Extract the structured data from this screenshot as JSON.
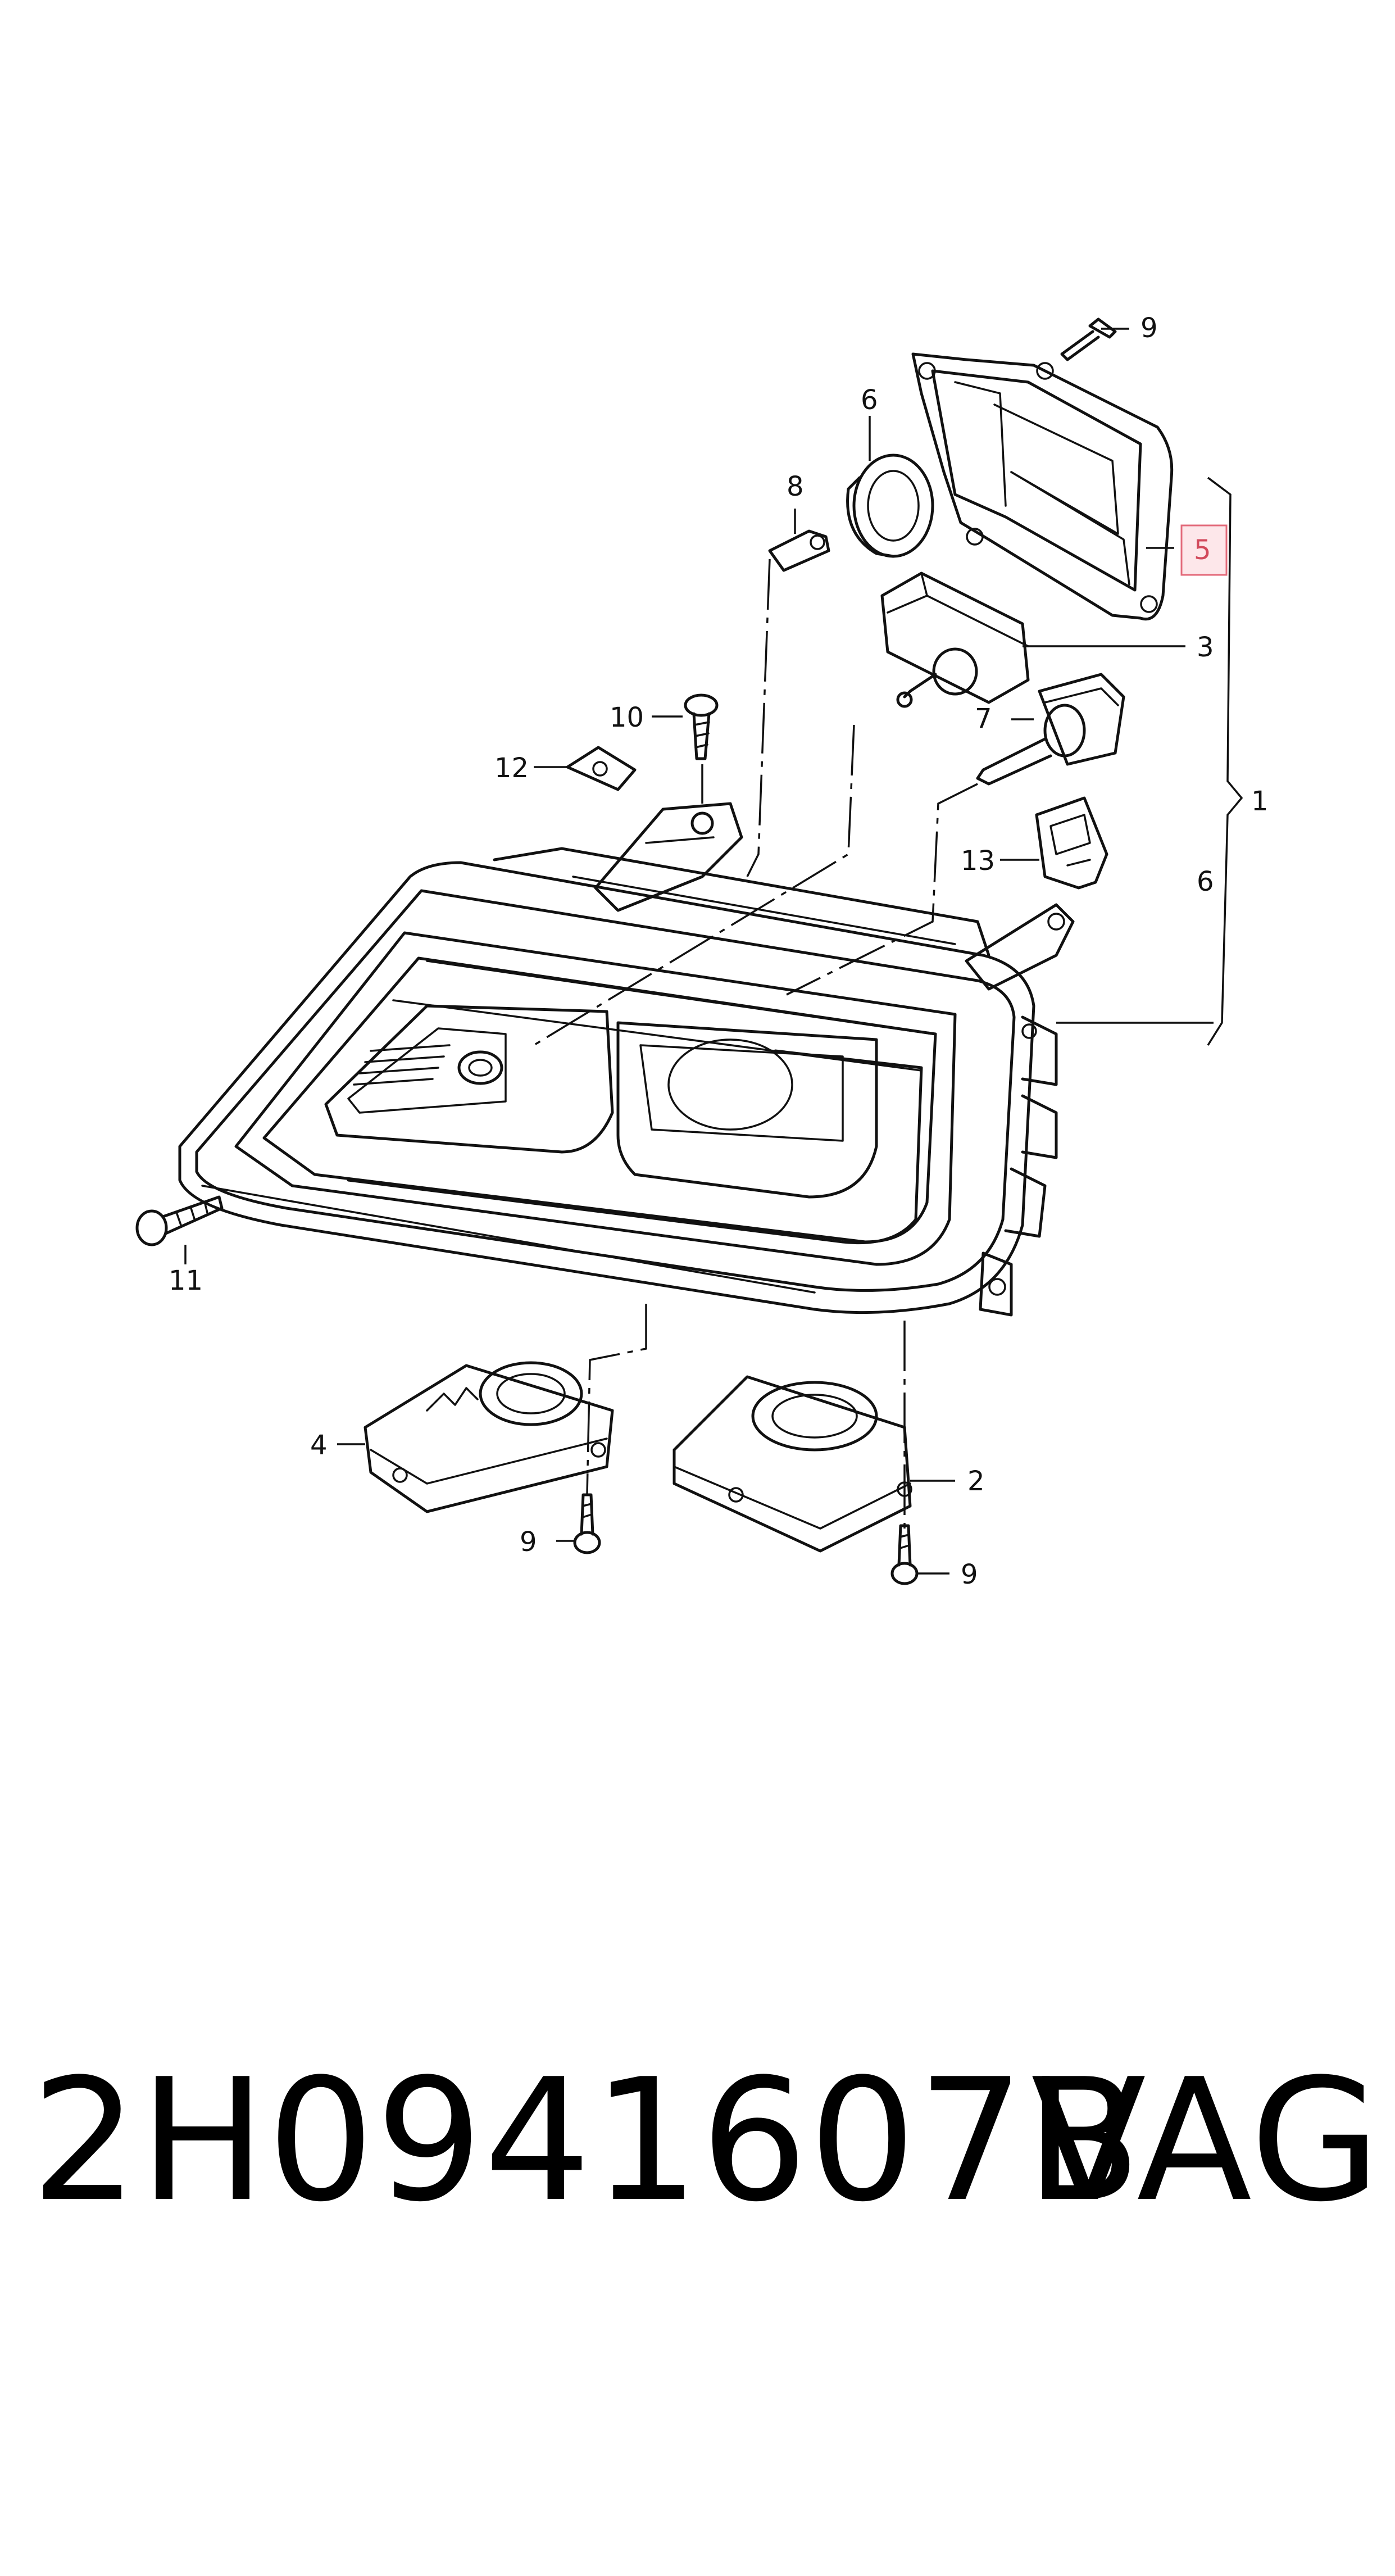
{
  "diagram": {
    "callouts": [
      {
        "id": "c1",
        "label": "1"
      },
      {
        "id": "c2",
        "label": "2"
      },
      {
        "id": "c3",
        "label": "3"
      },
      {
        "id": "c4",
        "label": "4"
      },
      {
        "id": "c5",
        "label": "5",
        "highlighted": true
      },
      {
        "id": "c6a",
        "label": "6"
      },
      {
        "id": "c6b",
        "label": "6"
      },
      {
        "id": "c7",
        "label": "7"
      },
      {
        "id": "c8",
        "label": "8"
      },
      {
        "id": "c9a",
        "label": "9"
      },
      {
        "id": "c9b",
        "label": "9"
      },
      {
        "id": "c9c",
        "label": "9"
      },
      {
        "id": "c10",
        "label": "10"
      },
      {
        "id": "c11",
        "label": "11"
      },
      {
        "id": "c12",
        "label": "12"
      },
      {
        "id": "c13",
        "label": "13"
      }
    ],
    "highlight_color": "#d24a5c"
  },
  "caption": {
    "part_number": "2H0941607B",
    "brand": "VAG"
  }
}
